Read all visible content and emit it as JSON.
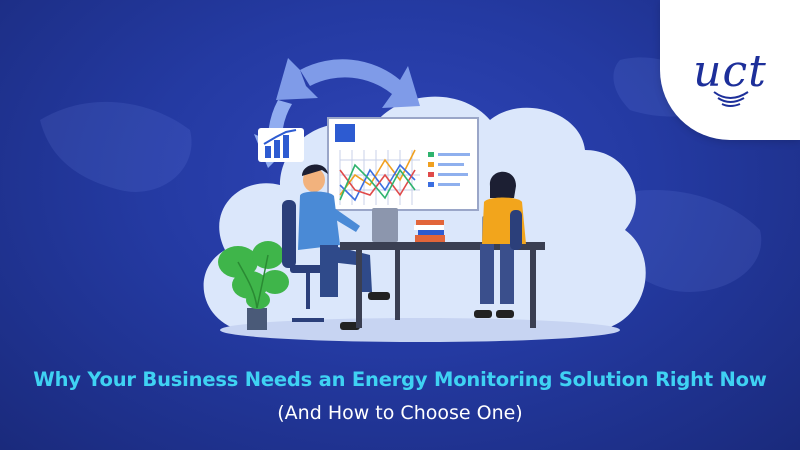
{
  "brand": {
    "logo_text": "uct"
  },
  "headline": {
    "title": "Why Your Business Needs an Energy Monitoring Solution Right Now",
    "subtitle": "(And How to Choose One)"
  },
  "colors": {
    "background": "#243aa2",
    "title_accent": "#3fd2f3",
    "logo_blue": "#1d2f9a"
  }
}
